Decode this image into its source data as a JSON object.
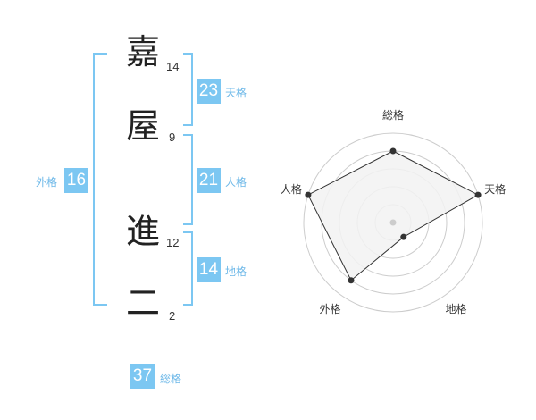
{
  "name": {
    "chars": [
      {
        "char": "嘉",
        "strokes": "14"
      },
      {
        "char": "屋",
        "strokes": "9"
      },
      {
        "char": "進",
        "strokes": "12"
      },
      {
        "char": "二",
        "strokes": "2"
      }
    ]
  },
  "fortune": {
    "tenkaku": {
      "value": "23",
      "label": "天格"
    },
    "jinkaku": {
      "value": "21",
      "label": "人格"
    },
    "chikaku": {
      "value": "14",
      "label": "地格"
    },
    "gaikaku": {
      "value": "16",
      "label": "外格"
    },
    "soukaku": {
      "value": "37",
      "label": "総格"
    }
  },
  "chart_data": {
    "type": "radar",
    "axes": [
      "総格",
      "天格",
      "地格",
      "外格",
      "人格"
    ],
    "values": [
      4,
      5,
      1,
      4,
      5
    ],
    "max": 5,
    "rings": 5,
    "colors": {
      "fill": "#f2f2f2",
      "line": "#333333",
      "ring": "#cccccc",
      "center": "#cccccc"
    }
  }
}
